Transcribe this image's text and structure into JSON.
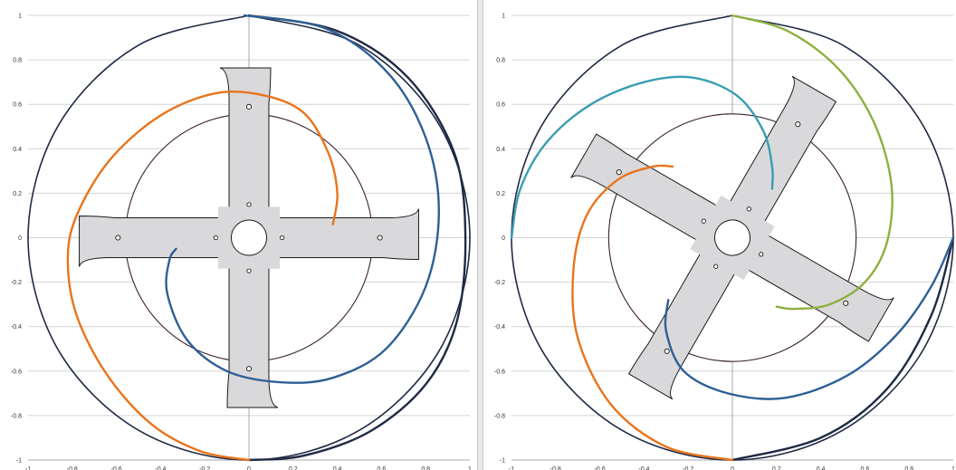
{
  "chart_data": [
    {
      "type": "line",
      "title": "",
      "xlabel": "",
      "ylabel": "",
      "xlim": [
        -1,
        1
      ],
      "ylim": [
        -1,
        1
      ],
      "x_ticks": [
        "-1",
        "-0.8",
        "-0.6",
        "-0.4",
        "-0.2",
        "0",
        "0.2",
        "0.4",
        "0.6",
        "0.8",
        "1"
      ],
      "y_ticks": [
        "1",
        "0.8",
        "0.6",
        "0.4",
        "0.2",
        "0",
        "-0.2",
        "-0.4",
        "-0.6",
        "-0.8",
        "-1"
      ],
      "grid": "horizontal",
      "series": [
        {
          "color": "#1f2a44",
          "points": [
            [
              0,
              1
            ],
            [
              0.5,
              0.866
            ],
            [
              0.866,
              0.5
            ],
            [
              1,
              0
            ],
            [
              0.866,
              -0.5
            ],
            [
              0.5,
              -0.866
            ],
            [
              0,
              -1
            ],
            [
              -0.5,
              -0.866
            ],
            [
              -0.866,
              -0.5
            ],
            [
              -1,
              0
            ],
            [
              -0.866,
              0.5
            ],
            [
              -0.5,
              0.866
            ],
            [
              0,
              1
            ]
          ]
        },
        {
          "color": "#1f2a44",
          "points": [
            [
              0,
              1
            ],
            [
              0.4,
              0.93
            ],
            [
              0.72,
              0.72
            ],
            [
              0.93,
              0.38
            ],
            [
              0.98,
              0
            ],
            [
              0.94,
              -0.38
            ],
            [
              0.8,
              -0.66
            ],
            [
              0.55,
              -0.87
            ],
            [
              0.25,
              -0.98
            ],
            [
              0,
              -1
            ]
          ]
        },
        {
          "color": "#2e5f95",
          "points": [
            [
              -0.02,
              1
            ],
            [
              0.35,
              0.94
            ],
            [
              0.63,
              0.74
            ],
            [
              0.8,
              0.45
            ],
            [
              0.86,
              0.12
            ],
            [
              0.8,
              -0.22
            ],
            [
              0.62,
              -0.5
            ],
            [
              0.38,
              -0.63
            ],
            [
              0.14,
              -0.65
            ],
            [
              -0.1,
              -0.6
            ],
            [
              -0.28,
              -0.46
            ],
            [
              -0.37,
              -0.25
            ],
            [
              -0.36,
              -0.1
            ],
            [
              -0.33,
              -0.05
            ]
          ]
        },
        {
          "color": "#e8741c",
          "points": [
            [
              0.38,
              0.06
            ],
            [
              0.4,
              0.2
            ],
            [
              0.36,
              0.38
            ],
            [
              0.25,
              0.56
            ],
            [
              0.07,
              0.64
            ],
            [
              -0.15,
              0.65
            ],
            [
              -0.4,
              0.55
            ],
            [
              -0.63,
              0.35
            ],
            [
              -0.78,
              0.1
            ],
            [
              -0.82,
              -0.1
            ],
            [
              -0.78,
              -0.35
            ],
            [
              -0.64,
              -0.62
            ],
            [
              -0.44,
              -0.84
            ],
            [
              -0.22,
              -0.96
            ],
            [
              0,
              -1
            ]
          ]
        }
      ]
    },
    {
      "type": "line",
      "title": "",
      "xlabel": "",
      "ylabel": "",
      "xlim": [
        -1,
        1
      ],
      "ylim": [
        -1,
        1
      ],
      "x_ticks": [
        "-1",
        "-0.8",
        "-0.6",
        "-0.4",
        "-0.2",
        "0",
        "0.2",
        "0.4",
        "0.6",
        "0.8",
        "1"
      ],
      "y_ticks": [
        "1",
        "0.8",
        "0.6",
        "0.4",
        "0.2",
        "0",
        "-0.2",
        "-0.4",
        "-0.6",
        "-0.8",
        "-1"
      ],
      "grid": "horizontal",
      "series": [
        {
          "color": "#1f2a44",
          "points": [
            [
              0,
              1
            ],
            [
              0.5,
              0.866
            ],
            [
              0.866,
              0.5
            ],
            [
              1,
              0
            ],
            [
              0.866,
              -0.5
            ],
            [
              0.5,
              -0.866
            ],
            [
              0,
              -1
            ],
            [
              -0.5,
              -0.866
            ],
            [
              -0.866,
              -0.5
            ],
            [
              -1,
              0
            ],
            [
              -0.866,
              0.5
            ],
            [
              -0.5,
              0.866
            ],
            [
              0,
              1
            ]
          ]
        },
        {
          "color": "#1f2a44",
          "points": [
            [
              1,
              0
            ],
            [
              0.9,
              -0.35
            ],
            [
              0.7,
              -0.68
            ],
            [
              0.4,
              -0.9
            ],
            [
              0,
              -1
            ]
          ]
        },
        {
          "color": "#8db040",
          "points": [
            [
              0,
              1
            ],
            [
              0.25,
              0.93
            ],
            [
              0.48,
              0.76
            ],
            [
              0.64,
              0.52
            ],
            [
              0.72,
              0.24
            ],
            [
              0.7,
              -0.02
            ],
            [
              0.6,
              -0.2
            ],
            [
              0.44,
              -0.3
            ],
            [
              0.28,
              -0.32
            ],
            [
              0.2,
              -0.31
            ]
          ]
        },
        {
          "color": "#3a9db2",
          "points": [
            [
              -1,
              0
            ],
            [
              -0.96,
              0.22
            ],
            [
              -0.84,
              0.43
            ],
            [
              -0.64,
              0.6
            ],
            [
              -0.4,
              0.7
            ],
            [
              -0.18,
              0.72
            ],
            [
              0.02,
              0.64
            ],
            [
              0.14,
              0.48
            ],
            [
              0.18,
              0.32
            ],
            [
              0.18,
              0.22
            ]
          ]
        },
        {
          "color": "#2e5f95",
          "points": [
            [
              1,
              0
            ],
            [
              0.9,
              -0.22
            ],
            [
              0.74,
              -0.44
            ],
            [
              0.52,
              -0.62
            ],
            [
              0.24,
              -0.72
            ],
            [
              -0.02,
              -0.7
            ],
            [
              -0.22,
              -0.6
            ],
            [
              -0.3,
              -0.42
            ],
            [
              -0.29,
              -0.28
            ]
          ]
        },
        {
          "color": "#e8741c",
          "points": [
            [
              0,
              -1
            ],
            [
              -0.3,
              -0.94
            ],
            [
              -0.55,
              -0.75
            ],
            [
              -0.7,
              -0.45
            ],
            [
              -0.72,
              -0.15
            ],
            [
              -0.66,
              0.1
            ],
            [
              -0.52,
              0.26
            ],
            [
              -0.36,
              0.32
            ],
            [
              -0.27,
              0.32
            ]
          ]
        }
      ]
    }
  ]
}
